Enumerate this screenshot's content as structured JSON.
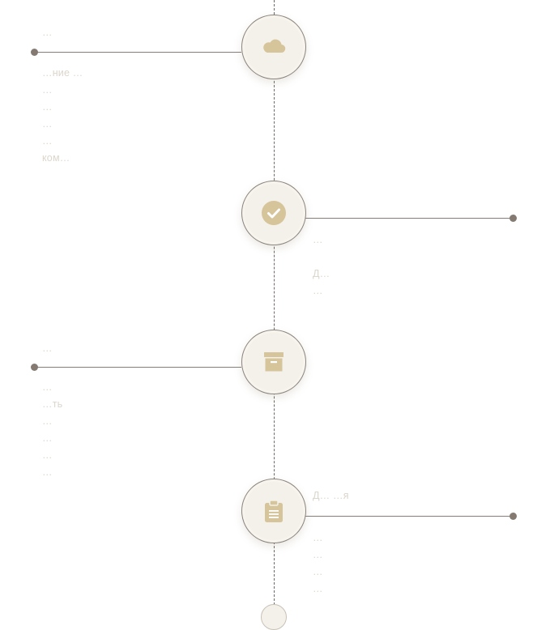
{
  "colors": {
    "accent": "#d6c49a",
    "node_bg": "#f4f1ea",
    "line": "#857e78",
    "dot": "#847a72",
    "ghost_text": "#dcd6cc"
  },
  "timeline": {
    "items": [
      {
        "side": "left",
        "icon": "cloud-icon",
        "ghost_lines": [
          "…",
          "…ние …",
          "…",
          "…",
          "…",
          "…",
          "ком…"
        ]
      },
      {
        "side": "right",
        "icon": "check-circle-icon",
        "ghost_lines": [
          "…",
          "Д…",
          "…"
        ]
      },
      {
        "side": "left",
        "icon": "archive-box-icon",
        "ghost_lines": [
          "…",
          "…",
          "…ть",
          "…",
          "…",
          "…",
          "…"
        ]
      },
      {
        "side": "right",
        "icon": "clipboard-icon",
        "ghost_lines": [
          "Д… …я",
          "…",
          "…",
          "…",
          "…"
        ]
      }
    ]
  }
}
